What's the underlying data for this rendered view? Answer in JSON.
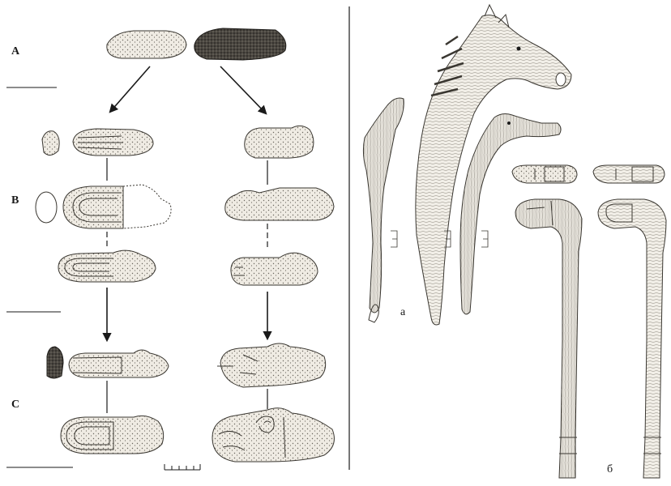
{
  "figure": {
    "left_panel": {
      "row_labels": [
        "A",
        "B",
        "C"
      ]
    },
    "right_panel": {
      "part_labels": [
        "а",
        "б"
      ]
    }
  },
  "colors": {
    "ink": "#1a1a1a",
    "dark_stone": "#3c3a36",
    "light_stone": "#eeeae2",
    "stipple": "#6a665e"
  }
}
